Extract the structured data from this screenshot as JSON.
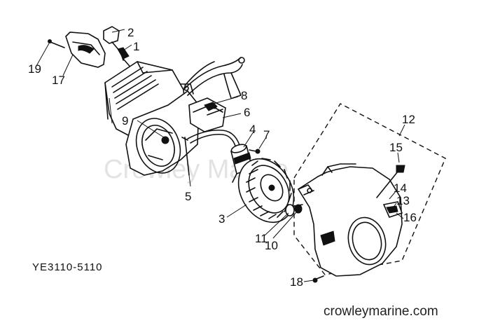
{
  "diagram": {
    "part_code": "YE3110-5110",
    "watermark": "Crowley Marine",
    "website": "crowleymarine.com",
    "callouts": [
      "1",
      "2",
      "3",
      "4",
      "5",
      "6",
      "7",
      "8",
      "9",
      "10",
      "11",
      "12",
      "13",
      "14",
      "15",
      "16",
      "17",
      "18",
      "19"
    ]
  }
}
